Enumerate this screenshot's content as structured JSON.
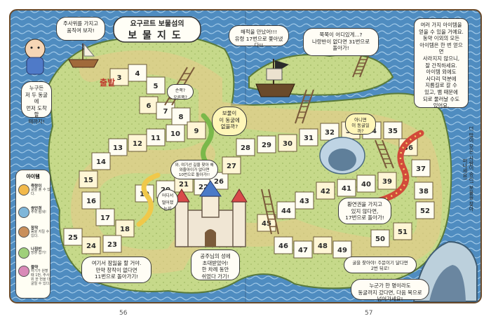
{
  "title": {
    "line1": "요구르트 보물섬의",
    "line2": "보물지도"
  },
  "page_numbers": {
    "left": "56",
    "right": "57"
  },
  "board_numbers": [
    "3",
    "4",
    "5",
    "6",
    "7",
    "8",
    "9",
    "10",
    "11",
    "12",
    "13",
    "14",
    "15",
    "16",
    "17",
    "18",
    "19",
    "20",
    "21",
    "22",
    "23",
    "24",
    "25",
    "26",
    "27",
    "28",
    "29",
    "30",
    "31",
    "32",
    "33",
    "34",
    "35",
    "36",
    "37",
    "38",
    "39",
    "40",
    "41",
    "42",
    "43",
    "44",
    "45",
    "46",
    "47",
    "48",
    "49",
    "50",
    "51",
    "52"
  ],
  "start_label": "출발",
  "bubbles": {
    "dice": "주사위를 가지고\n움직여 보자!",
    "first": "누구든\n저 두 동굴에\n먼저 도착할\n때까지!",
    "pirate": "해적을 만났어!!!\n유령 17번으로 쫓아냈다!!",
    "ladder_top": "쭉쭉이 어디있게...?\n나랑반이 없다면 31번으로\n돌아가!",
    "items_rule": "여러 가지 아이템을\n얻을 수 있을 거예요.\n동약 이외의 모든\n아이템은 한 번 얻으면\n사라지지 않으니,\n잘 간직하세요.\n아이템 외에도\n사다리 덕분에\n지름길로 갈 수\n있고, 뱀 때문에\n되로 물러날 수도\n있어요.",
    "snake": "보물이\n이 동굴에\n없을까?",
    "cave_small": "손쪽?\n오른쪽?",
    "where": "어디서\n떨어졌는지",
    "mid_hint": "와, 여기선 길을 찾아 해\n와줄아이가 없다면\n10번으로 돌아가!!",
    "fall": "아니면\n이 동굴일까?",
    "castle": "공주님의 성에\n초대받았어!\n한 차례 동안\n쉬었다 가기!",
    "monster": "여기서 잠잃을 할 거야.\n만약 창작이 없다면\n11번으로 돌아가기!",
    "key": "황연권을 가지고\n있지 않다면,\n17번으로 돌아가!",
    "shell": "굴을 찾아야! 주문이기 달다면\n2번 뒤로!",
    "cave_end": "누군가 한 명이라도\n동굴까지 갔다면, 다음 목으로\n넘어가세요!"
  },
  "vertical_note": "더 많이 모은 사람이 승리! 보물을 찾아 떠나세요!",
  "legend": {
    "title": "아이템",
    "items": [
      {
        "name": "죽랑이",
        "desc": "굴을 풀 수\n있다.",
        "color": "#f2b94a"
      },
      {
        "name": "쌍안경",
        "desc": "주위 탐색!",
        "color": "#7fb7d9"
      },
      {
        "name": "창작",
        "desc": "몸을 지킬 수\n있다.",
        "color": "#c98f5a"
      },
      {
        "name": "나침반",
        "desc": "방향 잡기!",
        "color": "#9fd07a"
      },
      {
        "name": "물약",
        "desc": "자기가 원할\n때 1번, 주사위\n한 번을 더\n굴릴 수 있다.",
        "color": "#d98ab8"
      }
    ]
  },
  "colors": {
    "sea": "#4a86b8",
    "island": "#c9d98a",
    "path": "#fffbe8",
    "accent_orange": "#f0a040",
    "snake_red": "#d24a3a",
    "ladder": "#7a5a3a"
  }
}
